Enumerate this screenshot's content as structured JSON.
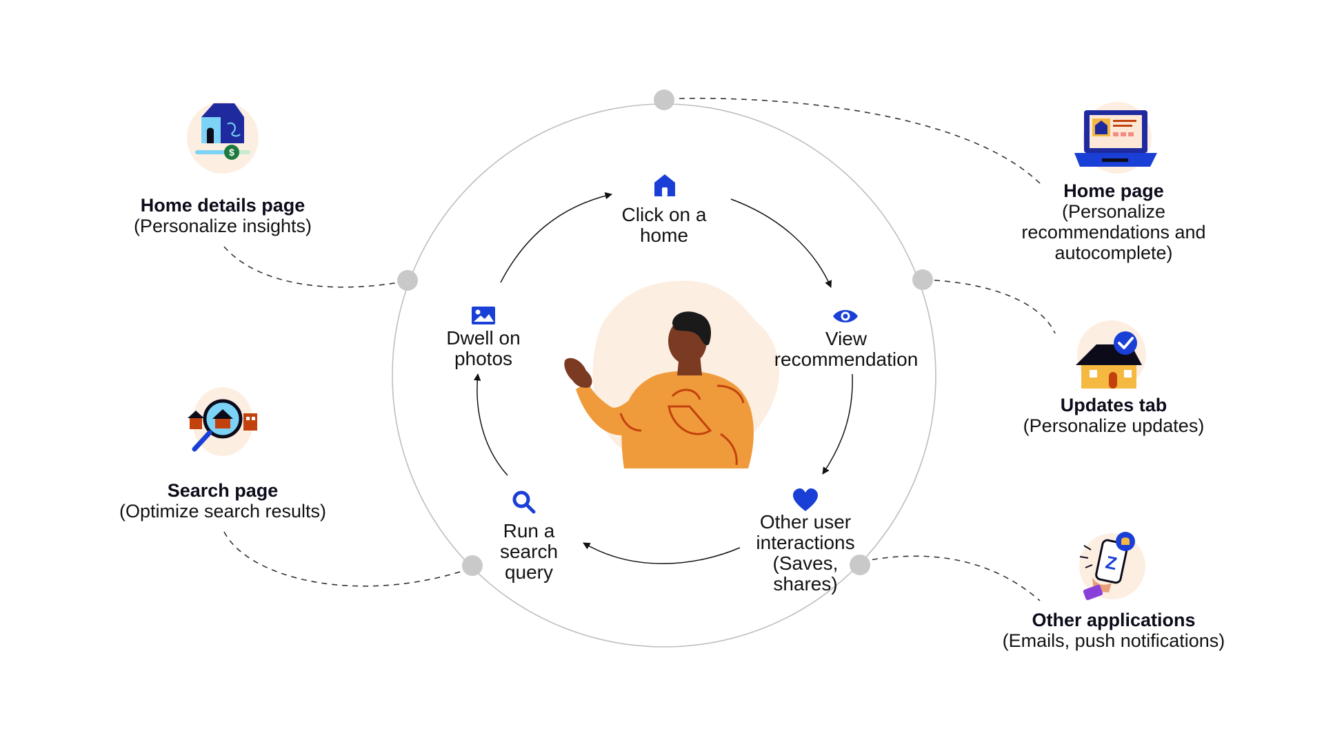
{
  "loop_steps": [
    {
      "id": "click-home",
      "lines": [
        "Click on a",
        "home"
      ],
      "icon": "house-icon"
    },
    {
      "id": "view-recommendation",
      "lines": [
        "View",
        "recommendation"
      ],
      "icon": "eye-icon"
    },
    {
      "id": "other-interactions",
      "lines": [
        "Other user",
        "interactions",
        "(Saves,",
        "shares)"
      ],
      "icon": "heart-icon"
    },
    {
      "id": "search-query",
      "lines": [
        "Run a",
        "search",
        "query"
      ],
      "icon": "magnifier-icon"
    },
    {
      "id": "dwell-photos",
      "lines": [
        "Dwell on",
        "photos"
      ],
      "icon": "photo-icon"
    }
  ],
  "destinations": [
    {
      "id": "home-details",
      "title": "Home details page",
      "lines": [
        "(Personalize insights)"
      ],
      "illustration": "house-price-slider-illustration"
    },
    {
      "id": "search-page",
      "title": "Search page",
      "lines": [
        "(Optimize search results)"
      ],
      "illustration": "magnifier-houses-illustration"
    },
    {
      "id": "home-page",
      "title": "Home page",
      "lines": [
        "(Personalize",
        "recommendations and",
        "autocomplete)"
      ],
      "illustration": "laptop-listing-illustration"
    },
    {
      "id": "updates-tab",
      "title": "Updates tab",
      "lines": [
        "(Personalize updates)"
      ],
      "illustration": "house-check-illustration"
    },
    {
      "id": "other-apps",
      "title": "Other applications",
      "lines": [
        "(Emails, push notifications)"
      ],
      "illustration": "phone-notification-illustration"
    }
  ],
  "colors": {
    "accent_blue": "#1a3fd6",
    "node_gray": "#c9c9c9",
    "ring_gray": "#bdbdbd",
    "blob_peach": "#fdeee2",
    "sweater_orange": "#ef9a3b",
    "sweater_pattern": "#c2410c",
    "skin": "#7a3b22"
  }
}
